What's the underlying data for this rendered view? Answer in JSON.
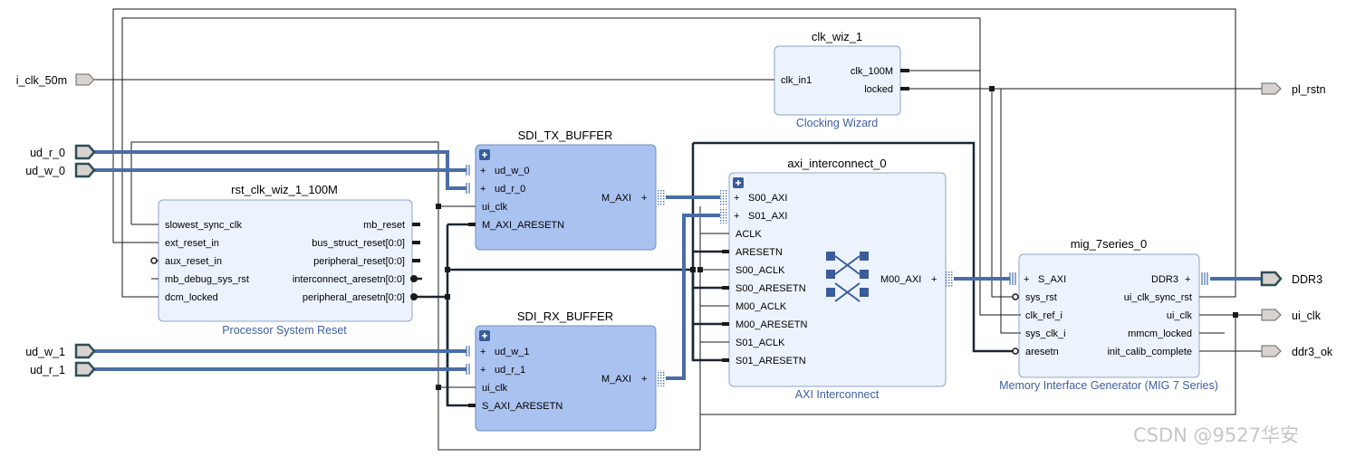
{
  "blocks": {
    "clk_wiz": {
      "title": "clk_wiz_1",
      "subtitle": "Clocking Wizard",
      "pins_left": [
        "clk_in1"
      ],
      "pins_right": [
        "clk_100M",
        "locked"
      ]
    },
    "rst": {
      "title": "rst_clk_wiz_1_100M",
      "subtitle": "Processor System Reset",
      "pins_left": [
        "slowest_sync_clk",
        "ext_reset_in",
        "aux_reset_in",
        "mb_debug_sys_rst",
        "dcm_locked"
      ],
      "pins_right": [
        "mb_reset",
        "bus_struct_reset[0:0]",
        "peripheral_reset[0:0]",
        "interconnect_aresetn[0:0]",
        "peripheral_aresetn[0:0]"
      ]
    },
    "sdi_tx": {
      "title": "SDI_TX_BUFFER",
      "pins_left": [
        "ud_w_0",
        "ud_r_0",
        "ui_clk",
        "M_AXI_ARESETN"
      ],
      "pins_right": [
        "M_AXI"
      ]
    },
    "sdi_rx": {
      "title": "SDI_RX_BUFFER",
      "pins_left": [
        "ud_w_1",
        "ud_r_1",
        "ui_clk",
        "S_AXI_ARESETN"
      ],
      "pins_right": [
        "M_AXI"
      ]
    },
    "axi_ic": {
      "title": "axi_interconnect_0",
      "subtitle": "AXI Interconnect",
      "pins_left": [
        "S00_AXI",
        "S01_AXI",
        "ACLK",
        "ARESETN",
        "S00_ACLK",
        "S00_ARESETN",
        "M00_ACLK",
        "M00_ARESETN",
        "S01_ACLK",
        "S01_ARESETN"
      ],
      "pins_right": [
        "M00_AXI"
      ]
    },
    "mig": {
      "title": "mig_7series_0",
      "subtitle": "Memory Interface Generator (MIG 7 Series)",
      "pins_left": [
        "S_AXI",
        "sys_rst",
        "clk_ref_i",
        "sys_clk_i",
        "aresetn"
      ],
      "pins_right": [
        "DDR3",
        "ui_clk_sync_rst",
        "ui_clk",
        "mmcm_locked",
        "init_calib_complete"
      ]
    }
  },
  "ports_in": [
    "i_clk_50m",
    "ud_r_0",
    "ud_w_0",
    "ud_w_1",
    "ud_r_1"
  ],
  "ports_out": [
    "pl_rstn",
    "DDR3",
    "ui_clk",
    "ddr3_ok"
  ],
  "watermark": "CSDN @9527华安"
}
